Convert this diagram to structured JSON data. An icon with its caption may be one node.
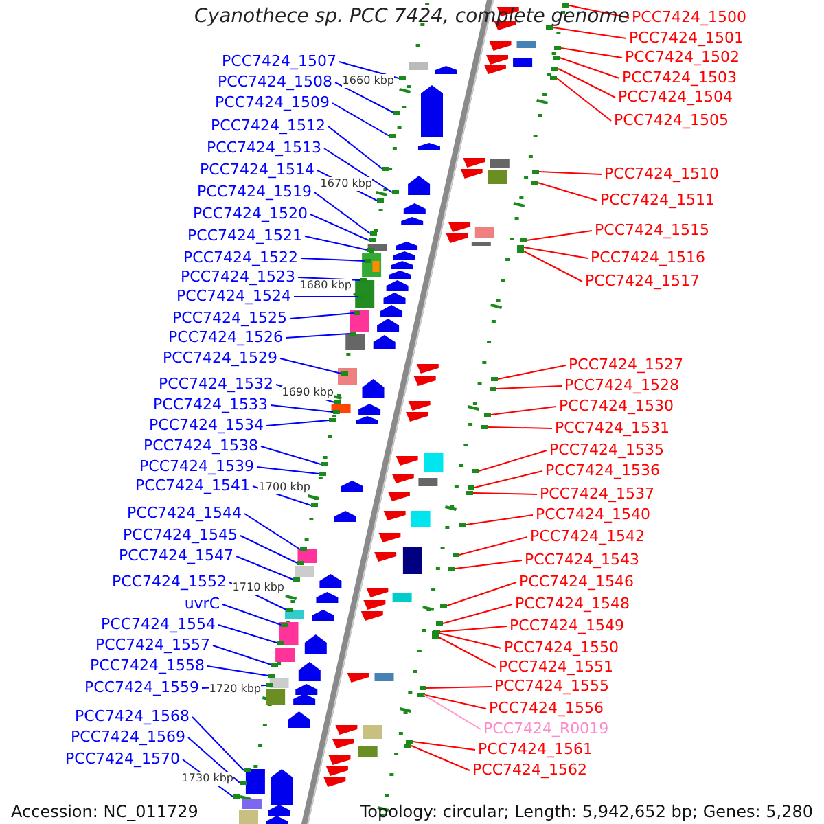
{
  "diagram": {
    "title": "Cyanothece sp. PCC 7424, complete genome",
    "nodes": [
      {
        "text": [
          "PCC7424_1507"
        ]
      },
      {
        "text": [
          "PCC7424_1508"
        ]
      },
      {
        "text": [
          "PCC7424_1509"
        ]
      },
      {
        "text": [
          "PCC7424_1512"
        ]
      },
      {
        "text": [
          "PCC7424_1513"
        ]
      },
      {
        "text": [
          "PCC7424_1514"
        ]
      },
      {
        "text": [
          "PCC7424_1519"
        ]
      },
      {
        "text": [
          "PCC7424_1520"
        ]
      },
      {
        "text": [
          "PCC7424_1521"
        ]
      },
      {
        "text": [
          "PCC7424_1522"
        ]
      },
      {
        "text": [
          "PCC7424_1523"
        ]
      },
      {
        "text": [
          "PCC7424_1524"
        ]
      },
      {
        "text": [
          "PCC7424_1525"
        ]
      },
      {
        "text": [
          "PCC7424_1526"
        ]
      },
      {
        "text": [
          "PCC7424_1529"
        ]
      },
      {
        "text": [
          "PCC7424_1532"
        ]
      },
      {
        "text": [
          "PCC7424_1533"
        ]
      },
      {
        "text": [
          "PCC7424_1534"
        ]
      },
      {
        "text": [
          "PCC7424_1538"
        ]
      },
      {
        "text": [
          "PCC7424_1539"
        ]
      },
      {
        "text": [
          "PCC7424_1541"
        ]
      },
      {
        "text": [
          "PCC7424_1544"
        ]
      },
      {
        "text": [
          "PCC7424_1545"
        ]
      },
      {
        "text": [
          "PCC7424_1547"
        ]
      },
      {
        "text": [
          "PCC7424_1552"
        ]
      },
      {
        "text": [
          "uvrC"
        ]
      },
      {
        "text": [
          "PCC7424_1554"
        ]
      },
      {
        "text": [
          "PCC7424_1557"
        ]
      },
      {
        "text": [
          "PCC7424_1558"
        ]
      },
      {
        "text": [
          "PCC7424_1559"
        ]
      },
      {
        "text": [
          "PCC7424_1568"
        ]
      },
      {
        "text": [
          "PCC7424_1569"
        ]
      },
      {
        "text": [
          "PCC7424_1570"
        ]
      },
      {
        "text": [
          "PCC7424_1500"
        ]
      },
      {
        "text": [
          "PCC7424_1501"
        ]
      },
      {
        "text": [
          "PCC7424_1502"
        ]
      },
      {
        "text": [
          "PCC7424_1503"
        ]
      },
      {
        "text": [
          "PCC7424_1504"
        ]
      },
      {
        "text": [
          "PCC7424_1505"
        ]
      },
      {
        "text": [
          "PCC7424_1510"
        ]
      },
      {
        "text": [
          "PCC7424_1511"
        ]
      },
      {
        "text": [
          "PCC7424_1515"
        ]
      },
      {
        "text": [
          "PCC7424_1516"
        ]
      },
      {
        "text": [
          "PCC7424_1517"
        ]
      },
      {
        "text": [
          "PCC7424_1527"
        ]
      },
      {
        "text": [
          "PCC7424_1528"
        ]
      },
      {
        "text": [
          "PCC7424_1530"
        ]
      },
      {
        "text": [
          "PCC7424_1531"
        ]
      },
      {
        "text": [
          "PCC7424_1535"
        ]
      },
      {
        "text": [
          "PCC7424_1536"
        ]
      },
      {
        "text": [
          "PCC7424_1537"
        ]
      },
      {
        "text": [
          "PCC7424_1540"
        ]
      },
      {
        "text": [
          "PCC7424_1542"
        ]
      },
      {
        "text": [
          "PCC7424_1543"
        ]
      },
      {
        "text": [
          "PCC7424_1546"
        ]
      },
      {
        "text": [
          "PCC7424_1548"
        ]
      },
      {
        "text": [
          "PCC7424_1549"
        ]
      },
      {
        "text": [
          "PCC7424_1550"
        ]
      },
      {
        "text": [
          "PCC7424_1551"
        ]
      },
      {
        "text": [
          "PCC7424_1555"
        ]
      },
      {
        "text": [
          "PCC7424_1556"
        ]
      },
      {
        "text": [
          "PCC7424_R0019"
        ]
      },
      {
        "text": [
          "PCC7424_1561"
        ]
      },
      {
        "text": [
          "PCC7424_1562"
        ]
      },
      {
        "text": [],
        "shape": "bar"
      },
      {
        "text": [],
        "shape": "bar"
      },
      {
        "text": [],
        "shape": "bar"
      },
      {
        "text": [],
        "shape": "bar"
      },
      {
        "text": [],
        "shape": "bar"
      },
      {
        "text": [],
        "shape": "bar"
      },
      {
        "text": [],
        "shape": "bar"
      },
      {
        "text": [],
        "shape": "bar"
      },
      {
        "text": [],
        "shape": "bar"
      },
      {
        "text": [],
        "shape": "bar"
      },
      {
        "text": [],
        "shape": "bar"
      },
      {
        "text": [],
        "shape": "bar"
      },
      {
        "text": [],
        "shape": "bar"
      },
      {
        "text": [],
        "shape": "bar"
      },
      {
        "text": [],
        "shape": "bar"
      },
      {
        "text": [],
        "shape": "bar"
      },
      {
        "text": [],
        "shape": "bar"
      },
      {
        "text": [],
        "shape": "bar"
      },
      {
        "text": [],
        "shape": "bar"
      },
      {
        "text": [],
        "shape": "bar"
      },
      {
        "text": [],
        "shape": "bar"
      },
      {
        "text": [],
        "shape": "bar"
      },
      {
        "text": [],
        "shape": "bar"
      },
      {
        "text": [],
        "shape": "bar"
      },
      {
        "text": [],
        "shape": "bar"
      },
      {
        "text": [],
        "shape": "bar"
      },
      {
        "text": [],
        "shape": "bar"
      },
      {
        "text": [],
        "shape": "bar"
      },
      {
        "text": [],
        "shape": "bar"
      },
      {
        "text": [],
        "shape": "bar"
      },
      {
        "text": [],
        "shape": "bar"
      },
      {
        "text": [],
        "shape": "bar"
      },
      {
        "text": [],
        "shape": "bar"
      },
      {
        "text": [],
        "shape": "bar"
      },
      {
        "text": [],
        "shape": "bar"
      },
      {
        "text": [],
        "shape": "bar"
      },
      {
        "text": [],
        "shape": "bar"
      },
      {
        "text": [],
        "shape": "bar"
      },
      {
        "text": [],
        "shape": "bar"
      },
      {
        "text": [],
        "shape": "bar"
      },
      {
        "text": [],
        "shape": "bar"
      },
      {
        "text": [],
        "shape": "bar"
      },
      {
        "text": [],
        "shape": "bar"
      },
      {
        "text": [],
        "shape": "bar"
      },
      {
        "text": [],
        "shape": "bar"
      },
      {
        "text": [],
        "shape": "bar"
      },
      {
        "text": [],
        "shape": "bar"
      },
      {
        "text": [],
        "shape": "bar"
      },
      {
        "text": [],
        "shape": "bar"
      },
      {
        "text": [],
        "shape": "bar"
      },
      {
        "text": [],
        "shape": "bar"
      },
      {
        "text": [],
        "shape": "bar"
      },
      {
        "text": [],
        "shape": "bar"
      },
      {
        "text": [],
        "shape": "bar"
      },
      {
        "text": [],
        "shape": "bar"
      },
      {
        "text": [],
        "shape": "bar"
      },
      {
        "text": [],
        "shape": "bar"
      },
      {
        "text": [],
        "shape": "bar"
      },
      {
        "text": [],
        "shape": "bar"
      },
      {
        "text": [],
        "shape": "bar"
      },
      {
        "text": [],
        "shape": "bar"
      },
      {
        "text": [],
        "shape": "bar"
      },
      {
        "text": [],
        "shape": "bar"
      },
      {
        "text": [],
        "shape": "bar"
      }
    ],
    "edges": [
      {
        "from": 0,
        "to": 64,
        "arrow": "none"
      },
      {
        "from": 1,
        "to": 65,
        "arrow": "none"
      },
      {
        "from": 2,
        "to": 66,
        "arrow": "none"
      },
      {
        "from": 3,
        "to": 67,
        "arrow": "none"
      },
      {
        "from": 4,
        "to": 68,
        "arrow": "none"
      },
      {
        "from": 5,
        "to": 69,
        "arrow": "none"
      },
      {
        "from": 6,
        "to": 70,
        "arrow": "none"
      },
      {
        "from": 7,
        "to": 71,
        "arrow": "none"
      },
      {
        "from": 8,
        "to": 72,
        "arrow": "none"
      },
      {
        "from": 9,
        "to": 73,
        "arrow": "none"
      },
      {
        "from": 10,
        "to": 74,
        "arrow": "none"
      },
      {
        "from": 11,
        "to": 75,
        "arrow": "none"
      },
      {
        "from": 12,
        "to": 76,
        "arrow": "none"
      },
      {
        "from": 13,
        "to": 77,
        "arrow": "none"
      },
      {
        "from": 14,
        "to": 78,
        "arrow": "none"
      },
      {
        "from": 15,
        "to": 79,
        "arrow": "none"
      },
      {
        "from": 16,
        "to": 80,
        "arrow": "none"
      },
      {
        "from": 17,
        "to": 81,
        "arrow": "none"
      },
      {
        "from": 18,
        "to": 82,
        "arrow": "none"
      },
      {
        "from": 19,
        "to": 83,
        "arrow": "none"
      },
      {
        "from": 20,
        "to": 84,
        "arrow": "none"
      },
      {
        "from": 21,
        "to": 85,
        "arrow": "none"
      },
      {
        "from": 22,
        "to": 86,
        "arrow": "none"
      },
      {
        "from": 23,
        "to": 87,
        "arrow": "none"
      },
      {
        "from": 24,
        "to": 88,
        "arrow": "none"
      },
      {
        "from": 25,
        "to": 89,
        "arrow": "none"
      },
      {
        "from": 26,
        "to": 90,
        "arrow": "none"
      },
      {
        "from": 27,
        "to": 91,
        "arrow": "none"
      },
      {
        "from": 28,
        "to": 92,
        "arrow": "none"
      },
      {
        "from": 29,
        "to": 93,
        "arrow": "none"
      },
      {
        "from": 30,
        "to": 94,
        "arrow": "none"
      },
      {
        "from": 31,
        "to": 95,
        "arrow": "none"
      },
      {
        "from": 32,
        "to": 96,
        "arrow": "none"
      },
      {
        "from": 33,
        "to": 97,
        "arrow": "none",
        "color": "#ff0000"
      },
      {
        "from": 34,
        "to": 98,
        "arrow": "none",
        "color": "#ff0000"
      },
      {
        "from": 35,
        "to": 99,
        "arrow": "none",
        "color": "#ff0000"
      },
      {
        "from": 36,
        "to": 100,
        "arrow": "none",
        "color": "#ff0000"
      },
      {
        "from": 37,
        "to": 101,
        "arrow": "none",
        "color": "#ff0000"
      },
      {
        "from": 38,
        "to": 102,
        "arrow": "none",
        "color": "#ff0000"
      },
      {
        "from": 39,
        "to": 103,
        "arrow": "none",
        "color": "#ff0000"
      },
      {
        "from": 40,
        "to": 104,
        "arrow": "none",
        "color": "#ff0000"
      },
      {
        "from": 41,
        "to": 105,
        "arrow": "none",
        "color": "#ff0000"
      },
      {
        "from": 42,
        "to": 106,
        "arrow": "none",
        "color": "#ff0000"
      },
      {
        "from": 43,
        "to": 107,
        "arrow": "none",
        "color": "#ff0000"
      },
      {
        "from": 44,
        "to": 108,
        "arrow": "none",
        "color": "#ff0000"
      },
      {
        "from": 45,
        "to": 109,
        "arrow": "none",
        "color": "#ff0000"
      },
      {
        "from": 46,
        "to": 110,
        "arrow": "none",
        "color": "#ff0000"
      },
      {
        "from": 47,
        "to": 111,
        "arrow": "none",
        "color": "#ff0000"
      },
      {
        "from": 48,
        "to": 112,
        "arrow": "none",
        "color": "#ff0000"
      },
      {
        "from": 49,
        "to": 113,
        "arrow": "none",
        "color": "#ff0000"
      },
      {
        "from": 50,
        "to": 114,
        "arrow": "none",
        "color": "#ff0000"
      },
      {
        "from": 51,
        "to": 115,
        "arrow": "none",
        "color": "#ff0000"
      },
      {
        "from": 52,
        "to": 116,
        "arrow": "none",
        "color": "#ff0000"
      },
      {
        "from": 53,
        "to": 117,
        "arrow": "none",
        "color": "#ff0000"
      },
      {
        "from": 54,
        "to": 118,
        "arrow": "none",
        "color": "#ff0000"
      },
      {
        "from": 55,
        "to": 119,
        "arrow": "none",
        "color": "#ff0000"
      },
      {
        "from": 56,
        "to": 120,
        "arrow": "none",
        "color": "#ff0000"
      },
      {
        "from": 57,
        "to": 121,
        "arrow": "none",
        "color": "#ff0000"
      },
      {
        "from": 58,
        "to": 122,
        "arrow": "none",
        "color": "#ff0000"
      },
      {
        "from": 59,
        "to": 123,
        "arrow": "none",
        "color": "#ff0000"
      },
      {
        "from": 60,
        "to": 124,
        "arrow": "none",
        "color": "#ff0000"
      },
      {
        "from": 61,
        "to": 125,
        "arrow": "none",
        "color": "#ff99cc"
      },
      {
        "from": 62,
        "to": 126,
        "arrow": "none",
        "color": "#ff0000"
      },
      {
        "from": 63,
        "to": 127,
        "arrow": "none",
        "color": "#ff0000"
      }
    ],
    "labels": [
      "1660 kbp",
      "1670 kbp",
      "1680 kbp",
      "1690 kbp",
      "1700 kbp",
      "1710 kbp",
      "1720 kbp",
      "1730 kbp",
      "Accession: NC_011729",
      "Topology: circular; Length: 5,942,652 bp; Genes: 5,280"
    ]
  }
}
